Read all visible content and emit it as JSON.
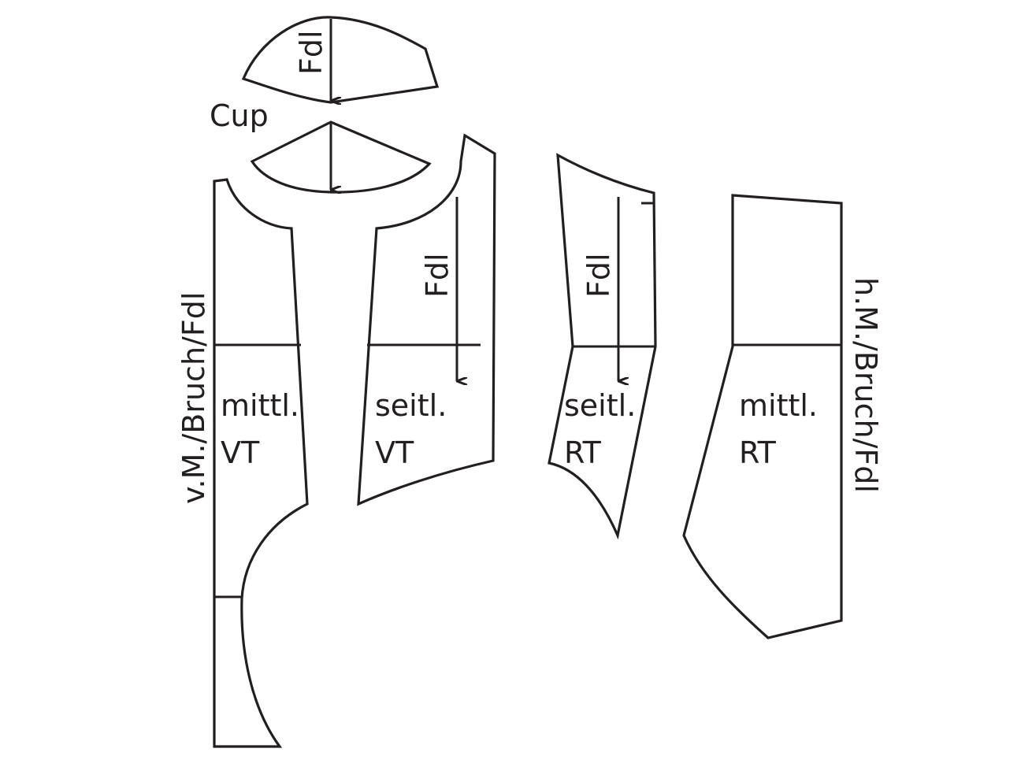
{
  "colors": {
    "stroke": "#231f20",
    "background": "#ffffff"
  },
  "labels": {
    "cup": "Cup",
    "grain_cup_top": "Fdl",
    "grain_side_front": "Fdl",
    "grain_side_back": "Fdl",
    "center_front": "v.M./Bruch/Fdl",
    "center_back": "h.M./Bruch/Fdl",
    "center_front_piece": [
      "mittl.",
      "VT"
    ],
    "side_front_piece": [
      "seitl.",
      "VT"
    ],
    "side_back_piece": [
      "seitl.",
      "RT"
    ],
    "center_back_piece": [
      "mittl.",
      "RT"
    ]
  }
}
